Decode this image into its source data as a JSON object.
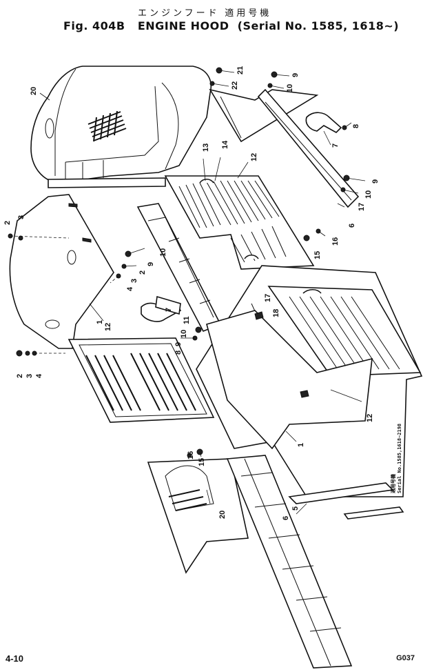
{
  "title": {
    "japanese": "エンジンフード",
    "serial_jp": "適用号機",
    "figure_label": "Fig. 404B",
    "name": "ENGINE HOOD",
    "serial": "Serial No. 1585, 1618~"
  },
  "serial_note": {
    "jp": "適用号機",
    "en": "Serial No.1585,1618~2198"
  },
  "footer": {
    "page": "4-10",
    "code": "G037"
  },
  "callouts": [
    {
      "id": "c-20-top",
      "text": "20"
    },
    {
      "id": "c-21",
      "text": "21"
    },
    {
      "id": "c-22",
      "text": "22"
    },
    {
      "id": "c-9-top",
      "text": "9"
    },
    {
      "id": "c-10-top",
      "text": "10"
    },
    {
      "id": "c-8-top",
      "text": "8"
    },
    {
      "id": "c-7-top",
      "text": "7"
    },
    {
      "id": "c-9-right",
      "text": "9"
    },
    {
      "id": "c-10-right",
      "text": "10"
    },
    {
      "id": "c-17-right",
      "text": "17"
    },
    {
      "id": "c-6-right",
      "text": "6"
    },
    {
      "id": "c-13",
      "text": "13"
    },
    {
      "id": "c-14",
      "text": "14"
    },
    {
      "id": "c-12-top",
      "text": "12"
    },
    {
      "id": "c-16-mid",
      "text": "16"
    },
    {
      "id": "c-15-mid",
      "text": "15"
    },
    {
      "id": "c-2-top",
      "text": "2"
    },
    {
      "id": "c-3-top",
      "text": "3"
    },
    {
      "id": "c-10-mid",
      "text": "10"
    },
    {
      "id": "c-9-mid",
      "text": "9"
    },
    {
      "id": "c-2-mid",
      "text": "2"
    },
    {
      "id": "c-3-mid",
      "text": "3"
    },
    {
      "id": "c-4-mid",
      "text": "4"
    },
    {
      "id": "c-1-left",
      "text": "1"
    },
    {
      "id": "c-12-left",
      "text": "12"
    },
    {
      "id": "c-7-mid",
      "text": "7"
    },
    {
      "id": "c-11",
      "text": "11"
    },
    {
      "id": "c-10-low",
      "text": "10"
    },
    {
      "id": "c-9-low",
      "text": "9"
    },
    {
      "id": "c-8-low",
      "text": "8"
    },
    {
      "id": "c-2-bot",
      "text": "2"
    },
    {
      "id": "c-3-bot",
      "text": "3"
    },
    {
      "id": "c-4-bot",
      "text": "4"
    },
    {
      "id": "c-17-low",
      "text": "17"
    },
    {
      "id": "c-18",
      "text": "18"
    },
    {
      "id": "c-12-right",
      "text": "12"
    },
    {
      "id": "c-1-right",
      "text": "1"
    },
    {
      "id": "c-16-bot",
      "text": "16"
    },
    {
      "id": "c-15-bot",
      "text": "15"
    },
    {
      "id": "c-20-bot",
      "text": "20"
    },
    {
      "id": "c-5",
      "text": "5"
    },
    {
      "id": "c-6-bot",
      "text": "6"
    }
  ]
}
